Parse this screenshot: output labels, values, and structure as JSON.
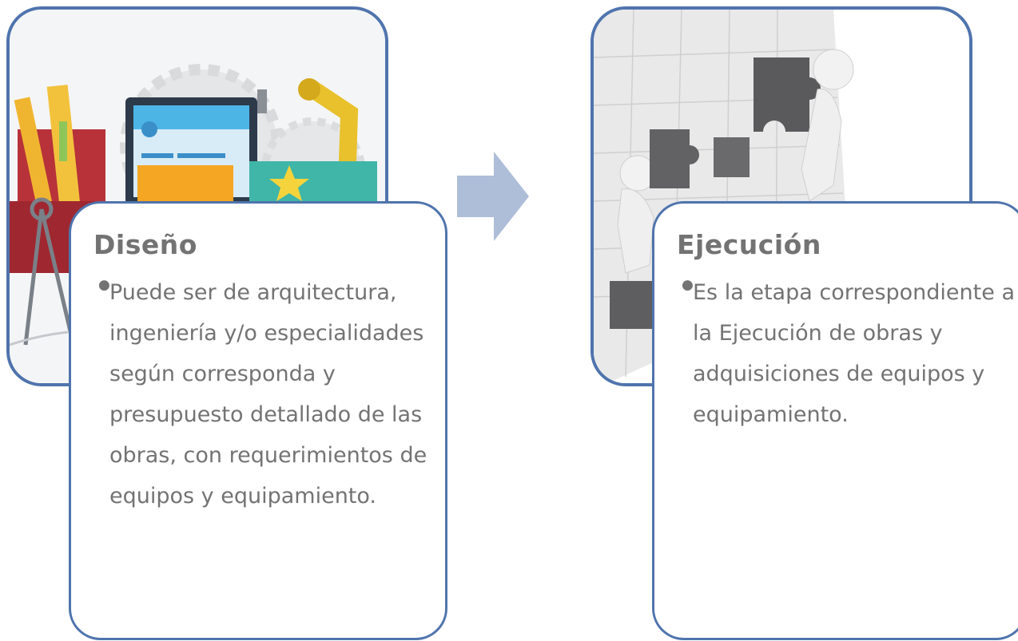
{
  "colors": {
    "border": "#4f74ad",
    "arrow": "#aebdd8",
    "text": "#737373"
  },
  "stages": [
    {
      "title": "Diseño",
      "description": "Puede ser de arquitectura, ingeniería y/o especialidades según corresponda y presupuesto detallado de las obras, con requerimientos de equipos y equipamiento."
    },
    {
      "title": "Ejecución",
      "description": "Es la etapa correspondiente a la Ejecución de obras y adquisiciones de equipos y equipamiento."
    }
  ],
  "flow": {
    "arrow": "right-arrow-icon"
  }
}
